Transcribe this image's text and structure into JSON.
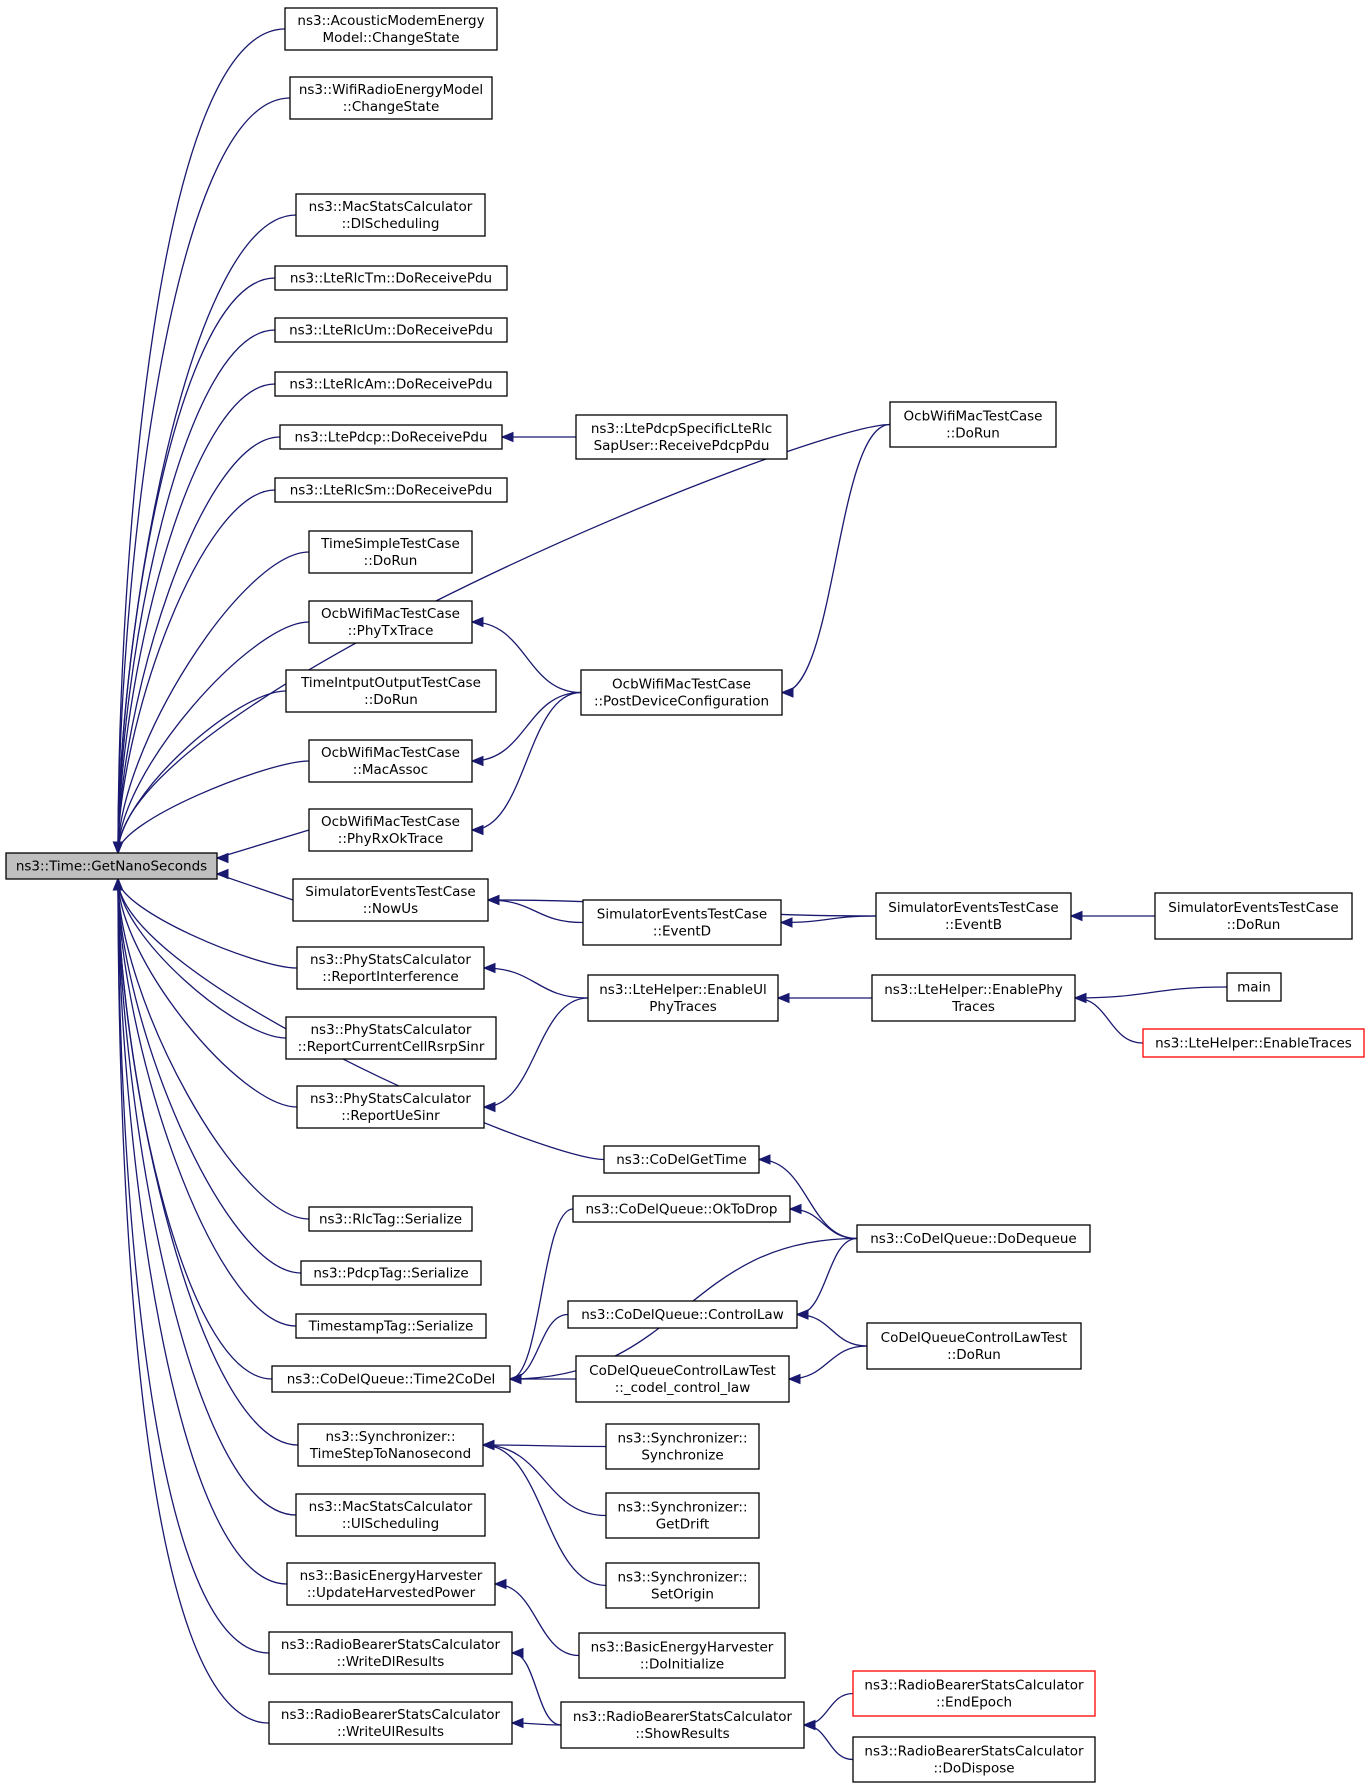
{
  "root": "ns3::Time::GetNanoSeconds",
  "nodes": [
    {
      "id": "root",
      "lines": [
        "ns3::Time::GetNanoSeconds"
      ],
      "root": true
    },
    {
      "id": "acoustic",
      "lines": [
        "ns3::AcousticModemEnergy",
        "Model::ChangeState"
      ]
    },
    {
      "id": "wifiradio",
      "lines": [
        "ns3::WifiRadioEnergyModel",
        "::ChangeState"
      ]
    },
    {
      "id": "macdl",
      "lines": [
        "ns3::MacStatsCalculator",
        "::DlScheduling"
      ]
    },
    {
      "id": "rlctm",
      "lines": [
        "ns3::LteRlcTm::DoReceivePdu"
      ]
    },
    {
      "id": "rlcum",
      "lines": [
        "ns3::LteRlcUm::DoReceivePdu"
      ]
    },
    {
      "id": "rlcam",
      "lines": [
        "ns3::LteRlcAm::DoReceivePdu"
      ]
    },
    {
      "id": "pdcp",
      "lines": [
        "ns3::LtePdcp::DoReceivePdu"
      ]
    },
    {
      "id": "rlcsm",
      "lines": [
        "ns3::LteRlcSm::DoReceivePdu"
      ]
    },
    {
      "id": "timesimple",
      "lines": [
        "TimeSimpleTestCase",
        "::DoRun"
      ]
    },
    {
      "id": "phytx",
      "lines": [
        "OcbWifiMacTestCase",
        "::PhyTxTrace"
      ]
    },
    {
      "id": "timeinout",
      "lines": [
        "TimeIntputOutputTestCase",
        "::DoRun"
      ]
    },
    {
      "id": "macassoc",
      "lines": [
        "OcbWifiMacTestCase",
        "::MacAssoc"
      ]
    },
    {
      "id": "phyrx",
      "lines": [
        "OcbWifiMacTestCase",
        "::PhyRxOkTrace"
      ]
    },
    {
      "id": "nowus",
      "lines": [
        "SimulatorEventsTestCase",
        "::NowUs"
      ]
    },
    {
      "id": "repint",
      "lines": [
        "ns3::PhyStatsCalculator",
        "::ReportInterference"
      ]
    },
    {
      "id": "repcur",
      "lines": [
        "ns3::PhyStatsCalculator",
        "::ReportCurrentCellRsrpSinr"
      ]
    },
    {
      "id": "repue",
      "lines": [
        "ns3::PhyStatsCalculator",
        "::ReportUeSinr"
      ]
    },
    {
      "id": "rlctag",
      "lines": [
        "ns3::RlcTag::Serialize"
      ]
    },
    {
      "id": "pdcptag",
      "lines": [
        "ns3::PdcpTag::Serialize"
      ]
    },
    {
      "id": "tstag",
      "lines": [
        "TimestampTag::Serialize"
      ]
    },
    {
      "id": "t2codel",
      "lines": [
        "ns3::CoDelQueue::Time2CoDel"
      ]
    },
    {
      "id": "sync",
      "lines": [
        "ns3::Synchronizer::",
        "TimeStepToNanosecond"
      ]
    },
    {
      "id": "macul",
      "lines": [
        "ns3::MacStatsCalculator",
        "::UlScheduling"
      ]
    },
    {
      "id": "harv",
      "lines": [
        "ns3::BasicEnergyHarvester",
        "::UpdateHarvestedPower"
      ]
    },
    {
      "id": "wdl",
      "lines": [
        "ns3::RadioBearerStatsCalculator",
        "::WriteDlResults"
      ]
    },
    {
      "id": "wul",
      "lines": [
        "ns3::RadioBearerStatsCalculator",
        "::WriteUlResults"
      ]
    },
    {
      "id": "pdcpsap",
      "lines": [
        "ns3::LtePdcpSpecificLteRlc",
        "SapUser::ReceivePdcpPdu"
      ]
    },
    {
      "id": "ocbdorun",
      "lines": [
        "OcbWifiMacTestCase",
        "::DoRun"
      ]
    },
    {
      "id": "postdev",
      "lines": [
        "OcbWifiMacTestCase",
        "::PostDeviceConfiguration"
      ]
    },
    {
      "id": "eventd",
      "lines": [
        "SimulatorEventsTestCase",
        "::EventD"
      ]
    },
    {
      "id": "eventb",
      "lines": [
        "SimulatorEventsTestCase",
        "::EventB"
      ]
    },
    {
      "id": "simdorun",
      "lines": [
        "SimulatorEventsTestCase",
        "::DoRun"
      ]
    },
    {
      "id": "enableul",
      "lines": [
        "ns3::LteHelper::EnableUl",
        "PhyTraces"
      ]
    },
    {
      "id": "enablephy",
      "lines": [
        "ns3::LteHelper::EnablePhy",
        "Traces"
      ]
    },
    {
      "id": "main",
      "lines": [
        "main"
      ]
    },
    {
      "id": "enabletraces",
      "lines": [
        "ns3::LteHelper::EnableTraces"
      ],
      "red": true
    },
    {
      "id": "codelget",
      "lines": [
        "ns3::CoDelGetTime"
      ]
    },
    {
      "id": "oktodrop",
      "lines": [
        "ns3::CoDelQueue::OkToDrop"
      ]
    },
    {
      "id": "dodequeue",
      "lines": [
        "ns3::CoDelQueue::DoDequeue"
      ]
    },
    {
      "id": "controllaw",
      "lines": [
        "ns3::CoDelQueue::ControlLaw"
      ]
    },
    {
      "id": "cltest",
      "lines": [
        "CoDelQueueControlLawTest",
        "::DoRun"
      ]
    },
    {
      "id": "clcodel",
      "lines": [
        "CoDelQueueControlLawTest",
        "::_codel_control_law"
      ]
    },
    {
      "id": "syncsync",
      "lines": [
        "ns3::Synchronizer::",
        "Synchronize"
      ]
    },
    {
      "id": "syncdrift",
      "lines": [
        "ns3::Synchronizer::",
        "GetDrift"
      ]
    },
    {
      "id": "syncorigin",
      "lines": [
        "ns3::Synchronizer::",
        "SetOrigin"
      ]
    },
    {
      "id": "harvinit",
      "lines": [
        "ns3::BasicEnergyHarvester",
        "::DoInitialize"
      ]
    },
    {
      "id": "showres",
      "lines": [
        "ns3::RadioBearerStatsCalculator",
        "::ShowResults"
      ]
    },
    {
      "id": "endepoch",
      "lines": [
        "ns3::RadioBearerStatsCalculator",
        "::EndEpoch"
      ],
      "red": true
    },
    {
      "id": "dodispose",
      "lines": [
        "ns3::RadioBearerStatsCalculator",
        "::DoDispose"
      ]
    }
  ],
  "edges": [
    [
      "acoustic",
      "root"
    ],
    [
      "wifiradio",
      "root"
    ],
    [
      "ocbdorun",
      "root"
    ],
    [
      "macdl",
      "root"
    ],
    [
      "rlctm",
      "root"
    ],
    [
      "rlcum",
      "root"
    ],
    [
      "rlcam",
      "root"
    ],
    [
      "pdcp",
      "root"
    ],
    [
      "rlcsm",
      "root"
    ],
    [
      "timesimple",
      "root"
    ],
    [
      "phytx",
      "root"
    ],
    [
      "timeinout",
      "root"
    ],
    [
      "macassoc",
      "root"
    ],
    [
      "phyrx",
      "root"
    ],
    [
      "nowus",
      "root"
    ],
    [
      "repint",
      "root"
    ],
    [
      "repcur",
      "root"
    ],
    [
      "repue",
      "root"
    ],
    [
      "codelget",
      "root"
    ],
    [
      "rlctag",
      "root"
    ],
    [
      "pdcptag",
      "root"
    ],
    [
      "tstag",
      "root"
    ],
    [
      "t2codel",
      "root"
    ],
    [
      "sync",
      "root"
    ],
    [
      "macul",
      "root"
    ],
    [
      "harv",
      "root"
    ],
    [
      "wdl",
      "root"
    ],
    [
      "wul",
      "root"
    ],
    [
      "pdcpsap",
      "pdcp"
    ],
    [
      "postdev",
      "phytx"
    ],
    [
      "postdev",
      "macassoc"
    ],
    [
      "postdev",
      "phyrx"
    ],
    [
      "ocbdorun",
      "postdev"
    ],
    [
      "eventb",
      "nowus"
    ],
    [
      "eventd",
      "nowus"
    ],
    [
      "eventb",
      "eventd"
    ],
    [
      "simdorun",
      "eventb"
    ],
    [
      "enableul",
      "repint"
    ],
    [
      "enableul",
      "repue"
    ],
    [
      "enablephy",
      "enableul"
    ],
    [
      "main",
      "enablephy"
    ],
    [
      "enabletraces",
      "enablephy"
    ],
    [
      "dodequeue",
      "codelget"
    ],
    [
      "oktodrop",
      "t2codel"
    ],
    [
      "dodequeue",
      "t2codel"
    ],
    [
      "controllaw",
      "t2codel"
    ],
    [
      "clcodel",
      "t2codel"
    ],
    [
      "dodequeue",
      "oktodrop"
    ],
    [
      "dodequeue",
      "controllaw"
    ],
    [
      "cltest",
      "controllaw"
    ],
    [
      "cltest",
      "clcodel"
    ],
    [
      "syncsync",
      "sync"
    ],
    [
      "syncdrift",
      "sync"
    ],
    [
      "syncorigin",
      "sync"
    ],
    [
      "harvinit",
      "harv"
    ],
    [
      "showres",
      "wdl"
    ],
    [
      "showres",
      "wul"
    ],
    [
      "endepoch",
      "showres"
    ],
    [
      "dodispose",
      "showres"
    ]
  ],
  "colors": {
    "edge": "#191970",
    "root_fill": "#bfbfbf",
    "border": "#000000",
    "red_border": "#ff0000"
  }
}
